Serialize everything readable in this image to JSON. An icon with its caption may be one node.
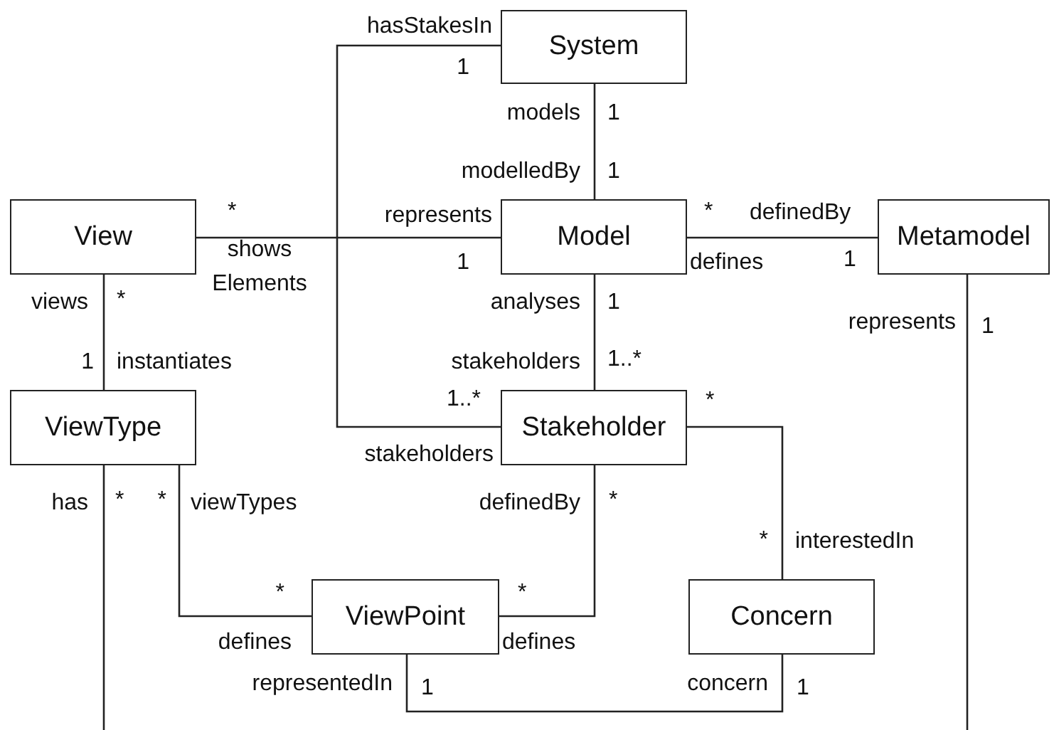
{
  "diagram": {
    "nodes": [
      {
        "text": [
          "System"
        ]
      },
      {
        "text": [
          "View"
        ]
      },
      {
        "text": [
          "Model"
        ]
      },
      {
        "text": [
          "Metamodel"
        ]
      },
      {
        "text": [
          "ViewType"
        ]
      },
      {
        "text": [
          "Stakeholder"
        ]
      },
      {
        "text": [
          "ViewPoint"
        ]
      },
      {
        "text": [
          "Concern"
        ]
      }
    ],
    "edges": [
      {
        "from": 0,
        "to": 5,
        "arrow": "none"
      },
      {
        "from": 0,
        "to": 2,
        "arrow": "none"
      },
      {
        "from": 1,
        "to": 2,
        "arrow": "none"
      },
      {
        "from": 2,
        "to": 3,
        "arrow": "none"
      },
      {
        "from": 1,
        "to": 4,
        "arrow": "none"
      },
      {
        "from": 2,
        "to": 5,
        "arrow": "none"
      },
      {
        "from": 4,
        "to": 6,
        "arrow": "none"
      },
      {
        "from": 5,
        "to": 6,
        "arrow": "none"
      },
      {
        "from": 5,
        "to": 7,
        "arrow": "none"
      },
      {
        "from": 6,
        "to": 7,
        "arrow": "none"
      },
      {
        "from": 4,
        "to": null,
        "arrow": "none"
      },
      {
        "from": 3,
        "to": null,
        "arrow": "none"
      }
    ],
    "labels": [
      "hasStakesIn",
      "1",
      "models",
      "1",
      "modelledBy",
      "1",
      "*",
      "represents",
      "*",
      "definedBy",
      "shows Elements",
      "1",
      "defines",
      "1",
      "views",
      "*",
      "analyses",
      "1",
      "represents",
      "1",
      "1",
      "instantiates",
      "stakeholders",
      "1..*",
      "1..*",
      "*",
      "stakeholders",
      "has",
      "*",
      "*",
      "viewTypes",
      "definedBy",
      "*",
      "*",
      "interestedIn",
      "*",
      "*",
      "defines",
      "defines",
      "representedIn",
      "1",
      "concern",
      "1"
    ]
  }
}
